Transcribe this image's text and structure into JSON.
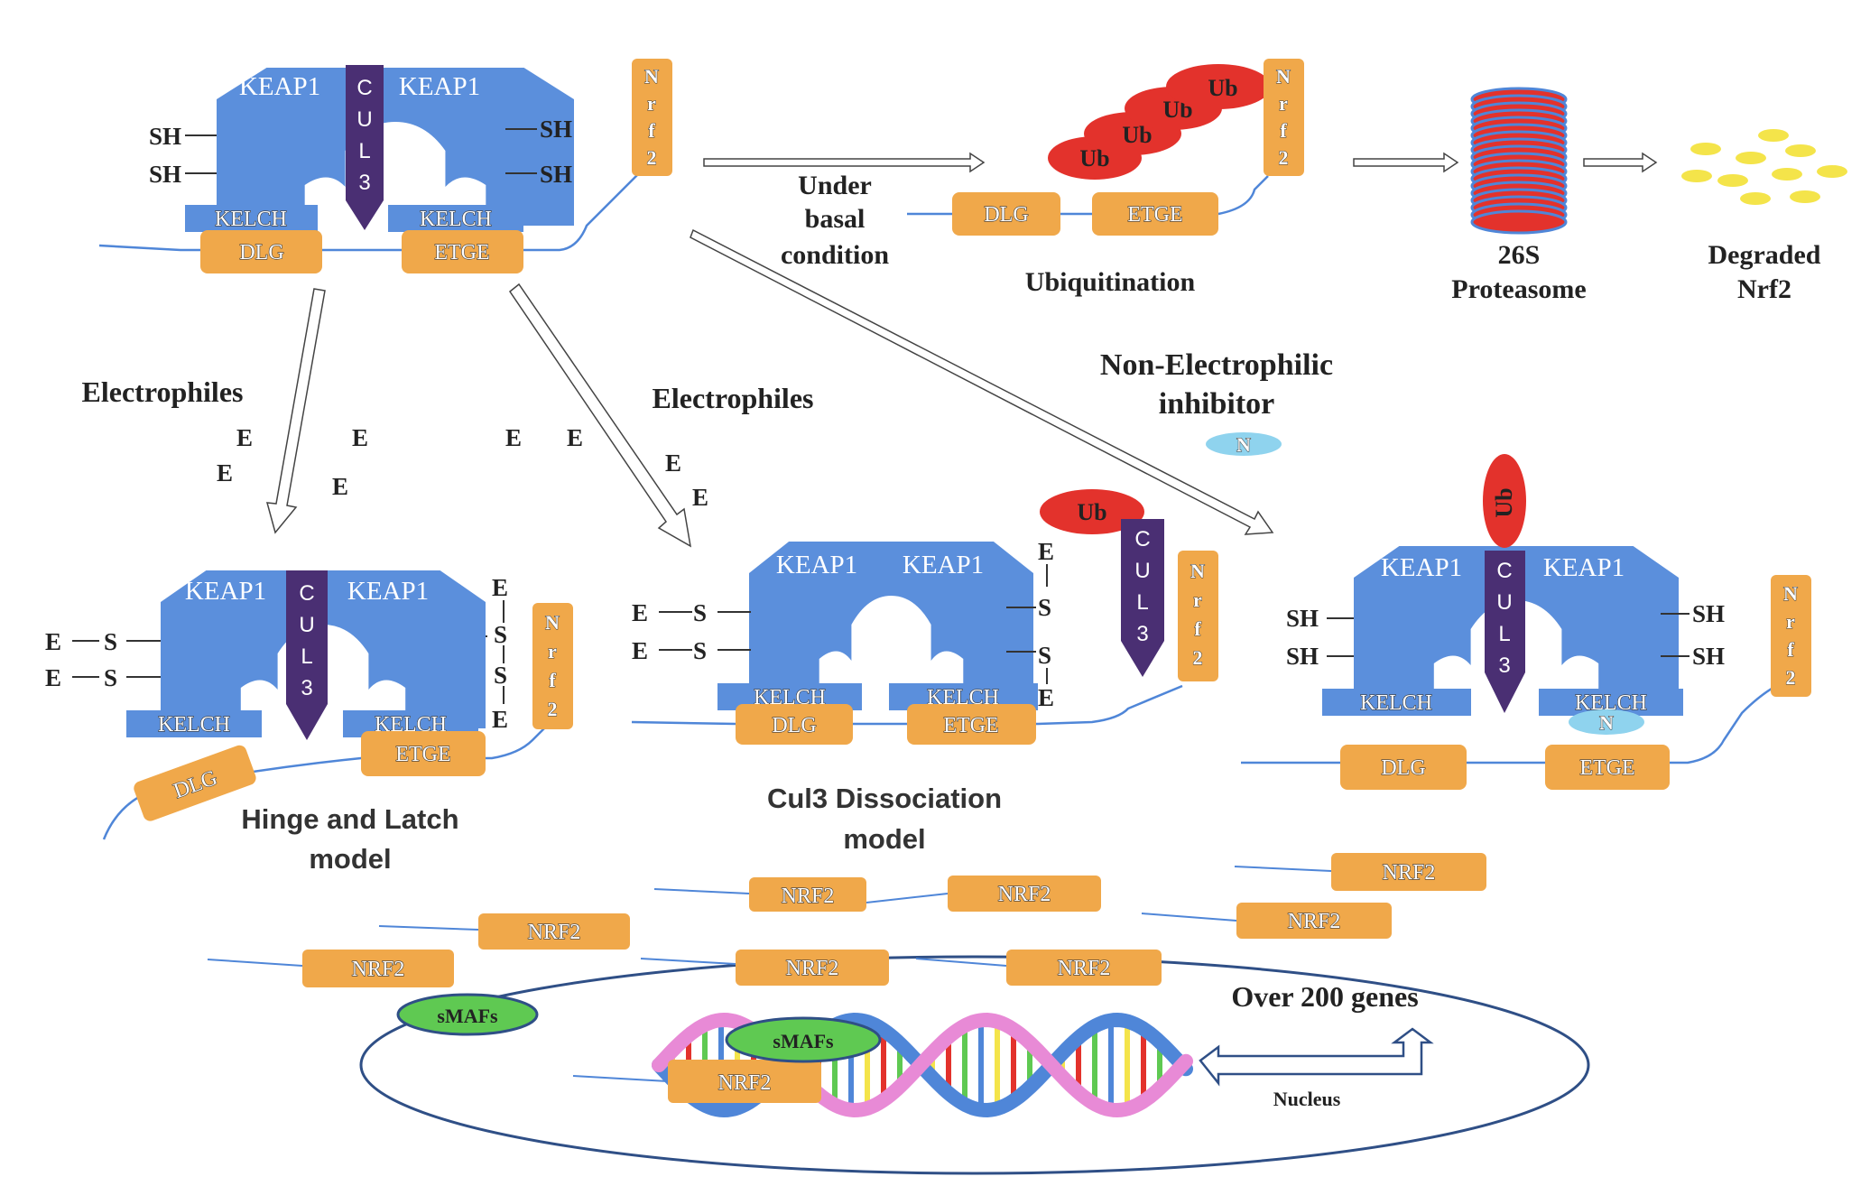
{
  "colors": {
    "keap": "#5b8fdc",
    "orange": "#f0a84a",
    "cul": "#4a2f73",
    "ub": "#e3322c",
    "line": "#4f86d8",
    "smaf": "#5fc952",
    "yellow": "#f4e44a",
    "inhibitor": "#8fd3ee",
    "nucleus": "#2f4f86"
  },
  "labels": {
    "keap1": "KEAP1",
    "kelch": "KELCH",
    "dlg": "DLG",
    "etge": "ETGE",
    "ub": "Ub",
    "sh": "SH",
    "s": "S",
    "e": "E",
    "n": "N",
    "nrf2_short": "NRF2",
    "smafs": "sMAFs",
    "cul3_letters": [
      "C",
      "U",
      "L",
      "3"
    ],
    "nrf2_letters": [
      "N",
      "r",
      "f",
      "2"
    ]
  },
  "text": {
    "under": "Under",
    "basal": "basal",
    "condition": "condition",
    "ubiquitination": "Ubiquitination",
    "proteasome_26s": "26S",
    "proteasome": "Proteasome",
    "degraded": "Degraded",
    "degraded_nrf2": "Nrf2",
    "electrophiles_left": "Electrophiles",
    "electrophiles_mid": "Electrophiles",
    "non_electrophilic": "Non-Electrophilic",
    "inhibitor": "inhibitor",
    "hinge_1": "Hinge and Latch",
    "hinge_2": "model",
    "cul3_diss_1": "Cul3 Dissociation",
    "cul3_diss_2": "model",
    "over_200": "Over 200 genes",
    "nucleus": "Nucleus"
  }
}
